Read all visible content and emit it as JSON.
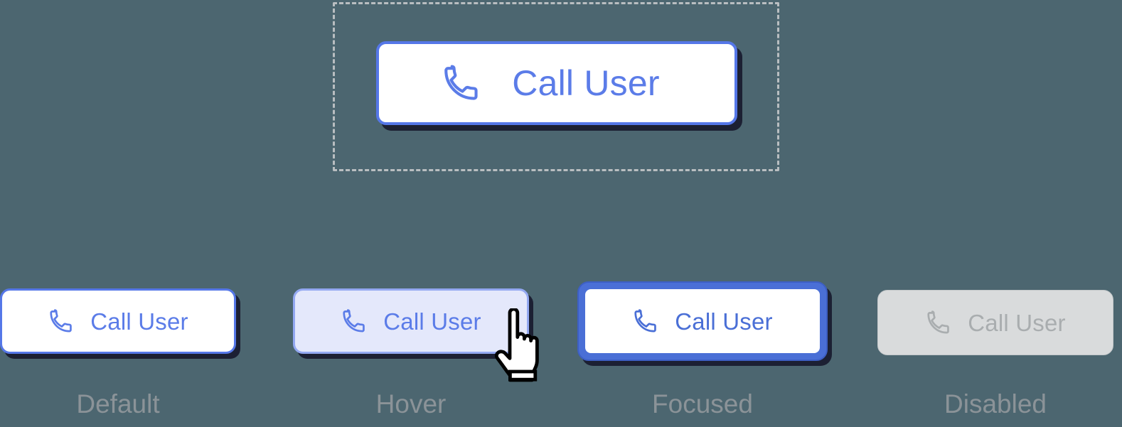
{
  "palette": {
    "background": "#4c6670",
    "accent_blue": "#5577e8",
    "text_blue": "#5b7ce8",
    "focus_ring_blue": "#4a6fd6",
    "hover_fill": "#e4e8fb",
    "shadow_navy": "#1c2033",
    "disabled_fill": "#d9dbdc",
    "disabled_text": "#a9adaf",
    "caption_gray": "#8b9398",
    "dashed_border_gray": "#b9bec1"
  },
  "hero": {
    "label": "Call User",
    "icon": "phone-call-icon",
    "frame": "focus-outline-dashed"
  },
  "states": [
    {
      "key": "default",
      "label": "Call User",
      "caption": "Default",
      "icon": "phone-call-icon"
    },
    {
      "key": "hover",
      "label": "Call User",
      "caption": "Hover",
      "icon": "phone-call-icon"
    },
    {
      "key": "focused",
      "label": "Call User",
      "caption": "Focused",
      "icon": "phone-call-icon"
    },
    {
      "key": "disabled",
      "label": "Call User",
      "caption": "Disabled",
      "icon": "phone-call-icon"
    }
  ],
  "cursor": {
    "icon": "pointing-hand-cursor"
  }
}
